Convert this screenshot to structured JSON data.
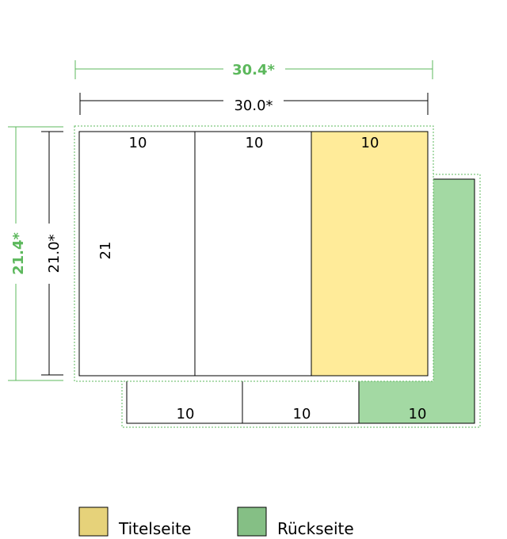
{
  "dimensions": {
    "outer_width": "30.4*",
    "inner_width": "30.0*",
    "outer_height": "21.4*",
    "inner_height": "21.0*"
  },
  "front_panels": {
    "widths": [
      "10",
      "10",
      "10"
    ],
    "height": "21"
  },
  "back_panels": {
    "widths": [
      "10",
      "10",
      "10"
    ]
  },
  "legend": {
    "title_page": "Titelseite",
    "back_page": "Rückseite"
  },
  "colors": {
    "title_page_fill": "#ffeb99",
    "back_page_fill": "#a3d9a3",
    "legend_title_swatch": "#e6d27a",
    "legend_back_swatch": "#85bf85",
    "outer_dimension": "#5cb85c",
    "inner_dimension": "#000000"
  }
}
